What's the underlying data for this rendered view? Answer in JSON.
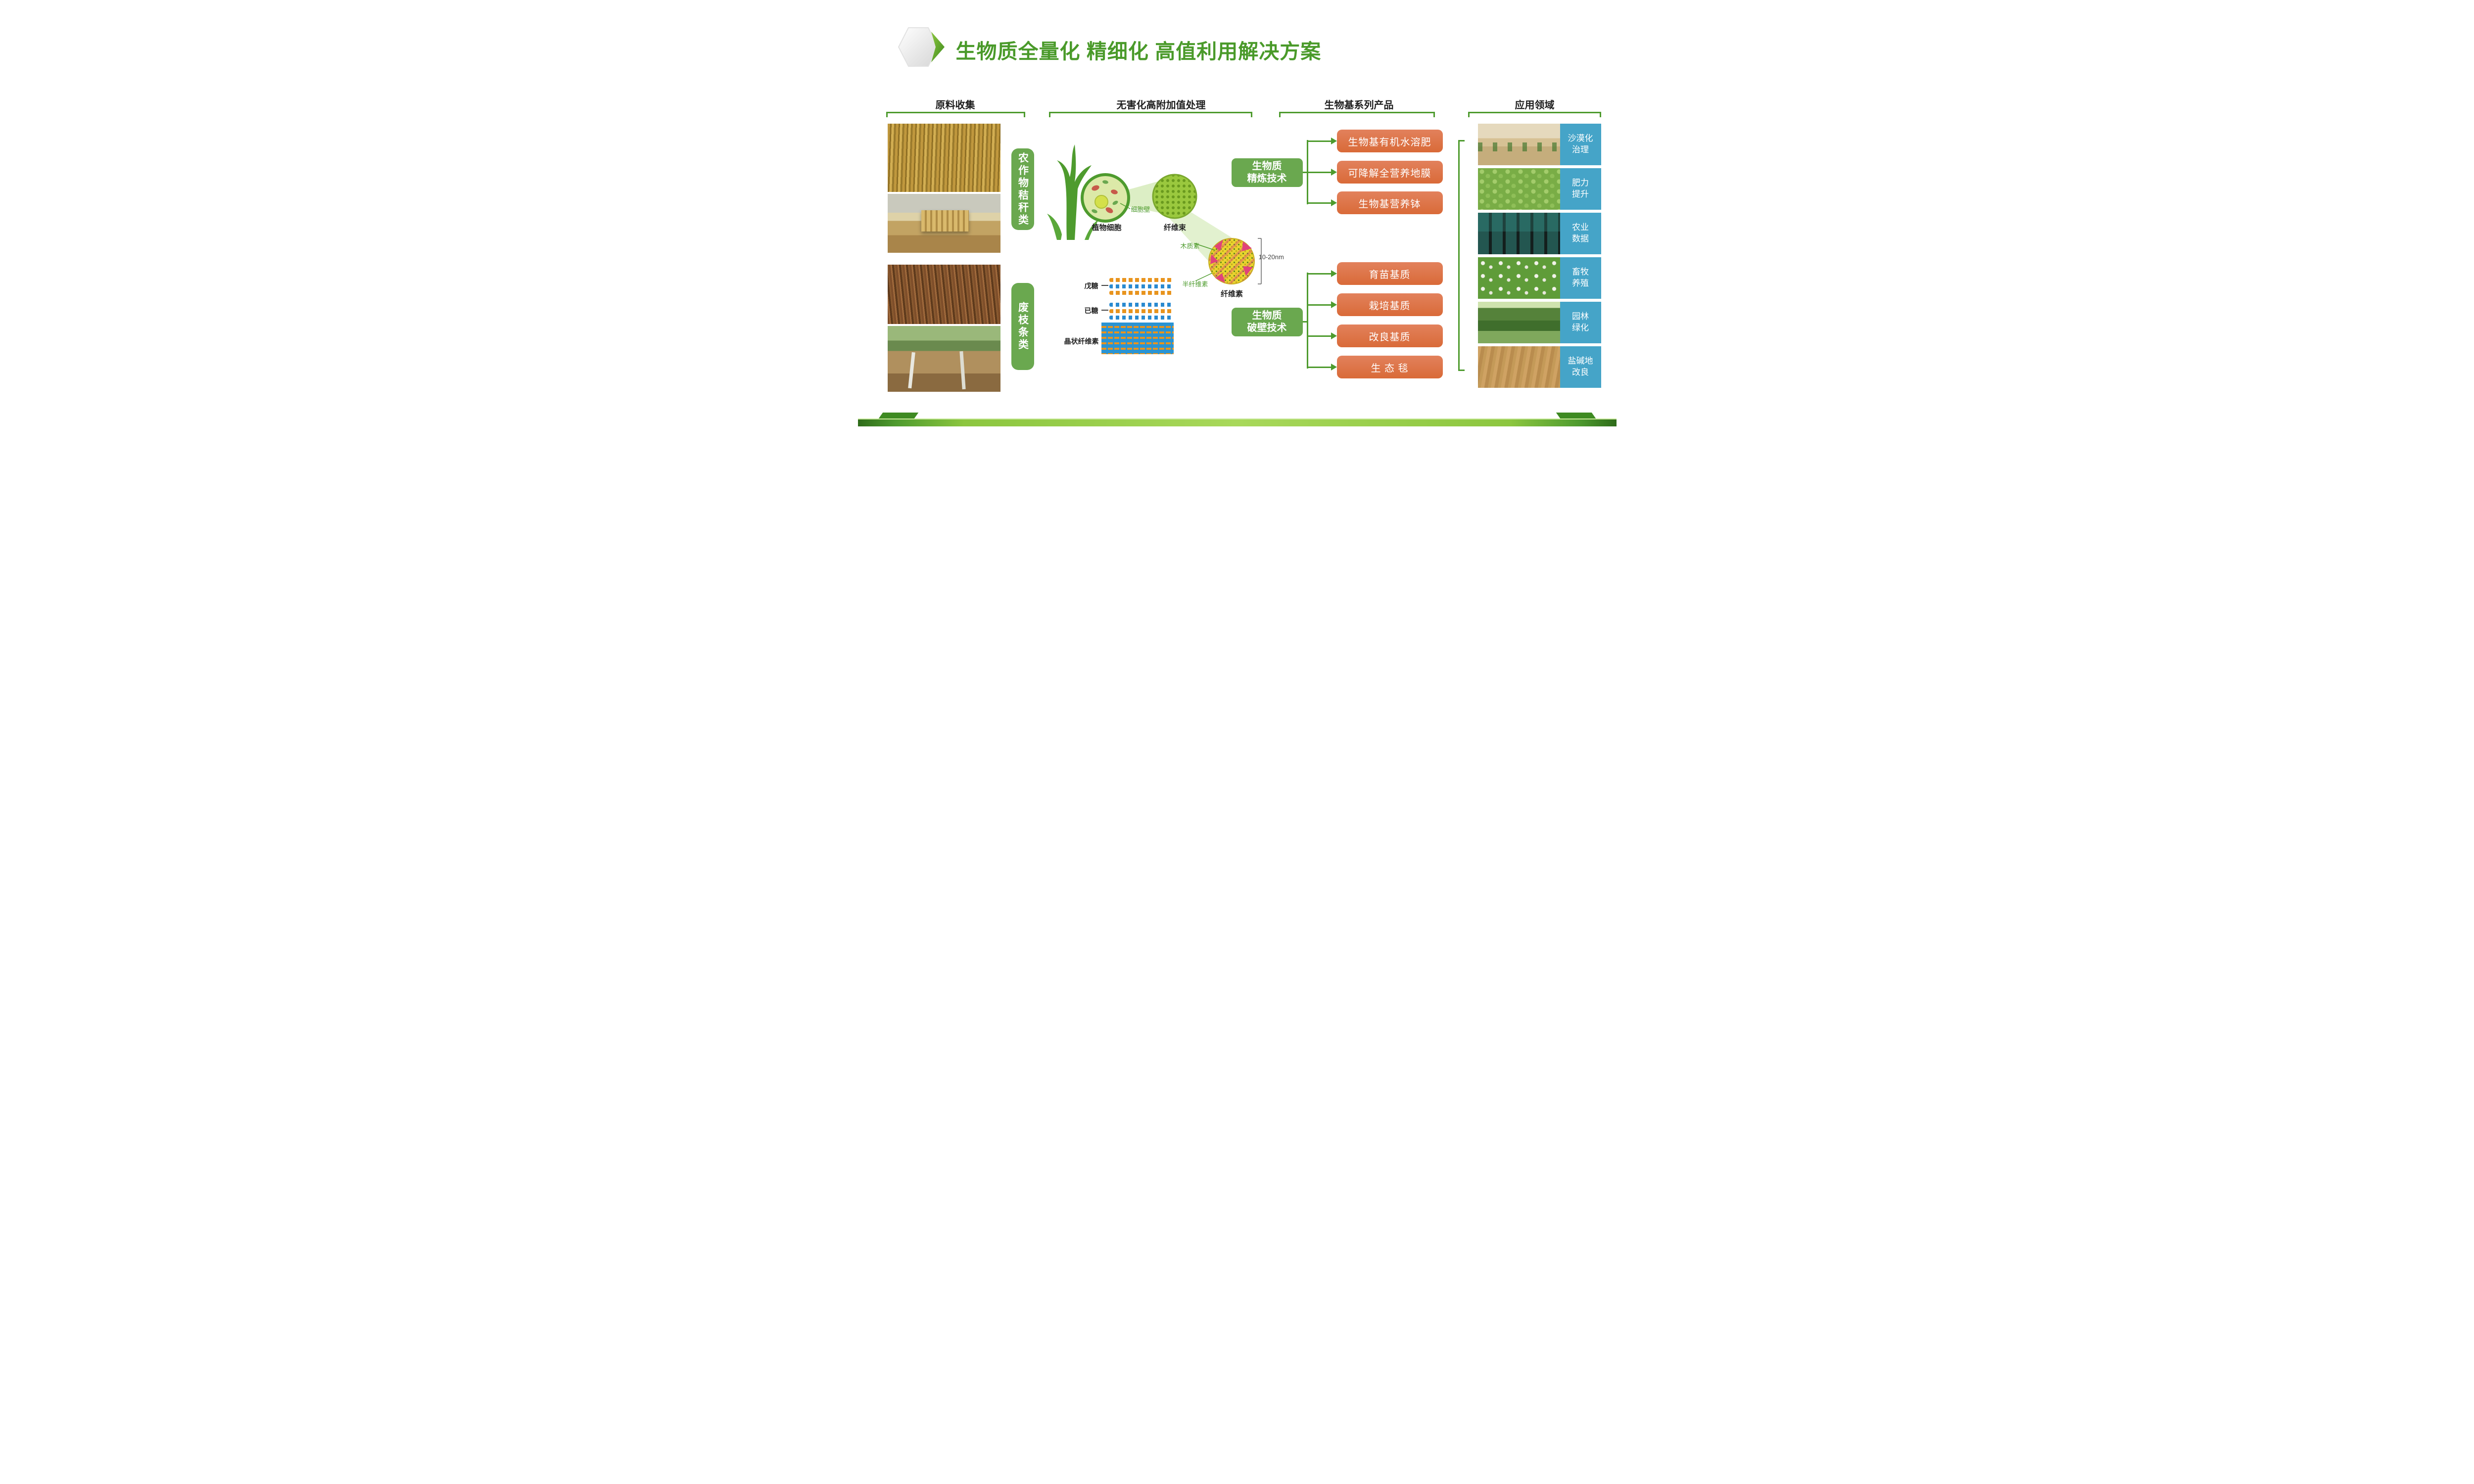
{
  "header": {
    "title": "生物质全量化 精细化 高值利用解决方案"
  },
  "section_headers": {
    "raw_collection": "原料收集",
    "processing": "无害化高附加值处理",
    "products": "生物基系列产品",
    "applications": "应用领域"
  },
  "raw_materials": {
    "categories": [
      {
        "label": "农作物秸秆类",
        "photos": [
          "corn-stalk-field",
          "straw-bales"
        ]
      },
      {
        "label": "废枝条类",
        "photos": [
          "branch-pile",
          "orchard-pruned-branches"
        ]
      }
    ]
  },
  "process_diagram": {
    "plant_cell": "植物细胞",
    "cell_wall": "细胞壁",
    "fiber_bundle": "纤维束",
    "lignin": "木质素",
    "hemicellulose": "半纤维素",
    "cellulose": "纤维素",
    "scale_note": "10-20nm",
    "pentose": "戊糖",
    "hexose": "已糖",
    "crystalline_cellulose": "晶状纤维素"
  },
  "technologies": [
    {
      "label": "生物质\n精炼技术"
    },
    {
      "label": "生物质\n破壁技术"
    }
  ],
  "products": {
    "refining": [
      "生物基有机水溶肥",
      "可降解全营养地膜",
      "生物基营养钵"
    ],
    "wall_breaking": [
      "育苗基质",
      "栽培基质",
      "改良基质",
      "生 态 毯"
    ]
  },
  "applications": [
    {
      "label": "沙漠化\n治理",
      "photo": "desert-restoration"
    },
    {
      "label": "肥力\n提升",
      "photo": "cabbage-field"
    },
    {
      "label": "农业\n数据",
      "photo": "data-control-room"
    },
    {
      "label": "畜牧\n养殖",
      "photo": "sheep-pasture"
    },
    {
      "label": "园林\n绿化",
      "photo": "park-trees"
    },
    {
      "label": "盐碱地\n改良",
      "photo": "saline-soil-field"
    }
  ],
  "colors": {
    "accent_green": "#4e9b2e",
    "box_green": "#6aa84f",
    "product_orange": "#dd7348",
    "label_blue": "#45a4c8"
  }
}
